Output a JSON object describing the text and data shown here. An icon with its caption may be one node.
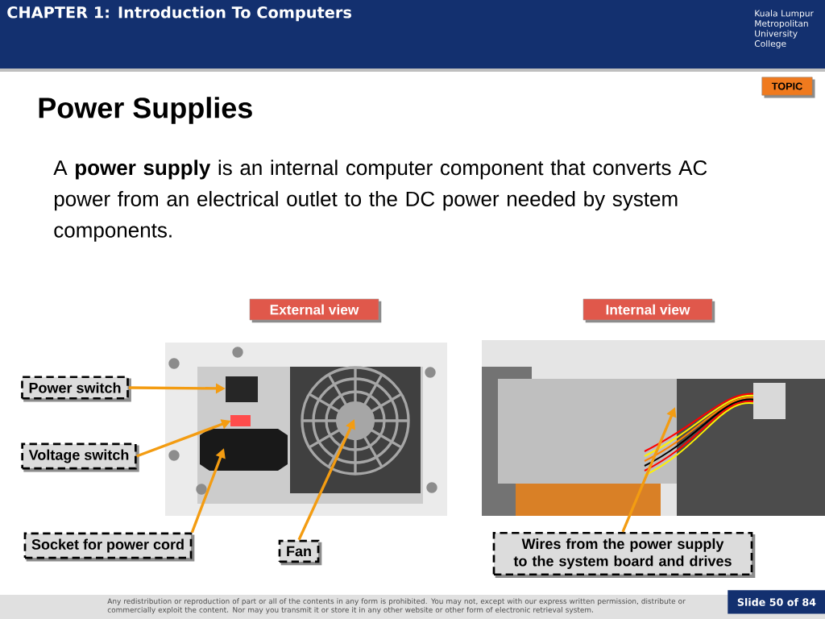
{
  "diagram": {
    "title": "Power Supplies",
    "nodes": [
      {
        "text": [
          "Power switch"
        ]
      },
      {
        "text": [
          "Voltage switch"
        ]
      },
      {
        "text": [
          "Socket for power cord"
        ]
      },
      {
        "text": [
          "Fan"
        ]
      },
      {
        "text": [
          "Wires from the power supply to the system board and drives"
        ]
      },
      {
        "text": [
          "External view"
        ]
      },
      {
        "text": [
          "Internal view"
        ]
      },
      {
        "text": [
          "TOPIC"
        ]
      }
    ],
    "edges": [
      {
        "from": 0,
        "to": null,
        "arrow": "to"
      },
      {
        "from": 1,
        "to": null,
        "arrow": "to"
      },
      {
        "from": 2,
        "to": null,
        "arrow": "to"
      },
      {
        "from": 3,
        "to": null,
        "arrow": "to"
      },
      {
        "from": 4,
        "to": null,
        "arrow": "to"
      }
    ],
    "labels": [
      "CHAPTER 1: Introduction To Computers",
      "Kuala Lumpur Metropolitan University College",
      "A **power supply** is an internal computer component that converts AC power from an electrical outlet to the DC power needed by system components.",
      "Any redistribution or reproduction of part or all of the contents in any form is prohibited. You may not, except with our express written permission, distribute or commercially exploit the content. Nor may you transmit it or store it in any other website or other form of electronic retrieval system.",
      "Slide 50 of 84"
    ]
  }
}
